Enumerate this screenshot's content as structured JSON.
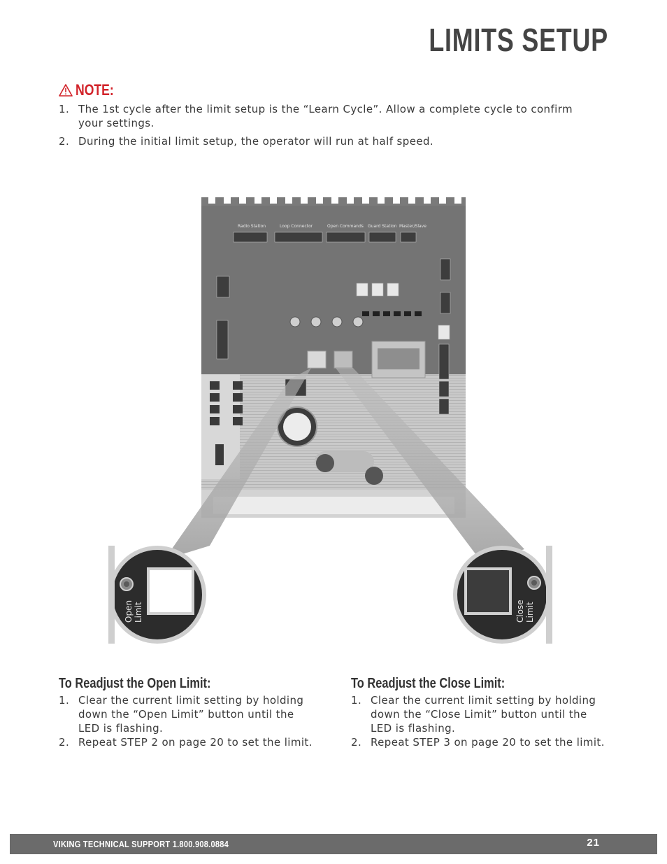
{
  "page": {
    "title": "LIMITS SETUP",
    "page_number": "21",
    "footer": "VIKING TECHNICAL SUPPORT 1.800.908.0884"
  },
  "note": {
    "heading": "NOTE:",
    "icon": "warning-triangle-icon",
    "color": "#d2232a",
    "items": [
      {
        "num": "1.",
        "text": "The 1st cycle after the limit setup is the “Learn Cycle”. Allow a complete cycle to confirm your settings."
      },
      {
        "num": "2.",
        "text": "During the initial limit setup, the operator will run at half speed."
      }
    ]
  },
  "figure": {
    "header_labels": [
      "Radio Station",
      "Loop Connector",
      "Open Commands",
      "Guard Station",
      "Master/Slave"
    ],
    "callouts": {
      "open": {
        "line1": "Open",
        "line2": "Limit"
      },
      "close": {
        "line1": "Close",
        "line2": "Limit"
      }
    }
  },
  "open_limit": {
    "heading": "To Readjust the Open Limit:",
    "items": [
      {
        "num": "1.",
        "text": "Clear the current limit setting by holding down the “Open Limit” button until the LED is flashing."
      },
      {
        "num": "2.",
        "text": "Repeat STEP 2 on page 20 to set the limit."
      }
    ]
  },
  "close_limit": {
    "heading": "To Readjust the Close Limit:",
    "items": [
      {
        "num": "1.",
        "text": "Clear the current limit setting by holding down the “Close Limit” button until the LED is flashing."
      },
      {
        "num": "2.",
        "text": "Repeat STEP 3 on page 20 to set the limit."
      }
    ]
  }
}
